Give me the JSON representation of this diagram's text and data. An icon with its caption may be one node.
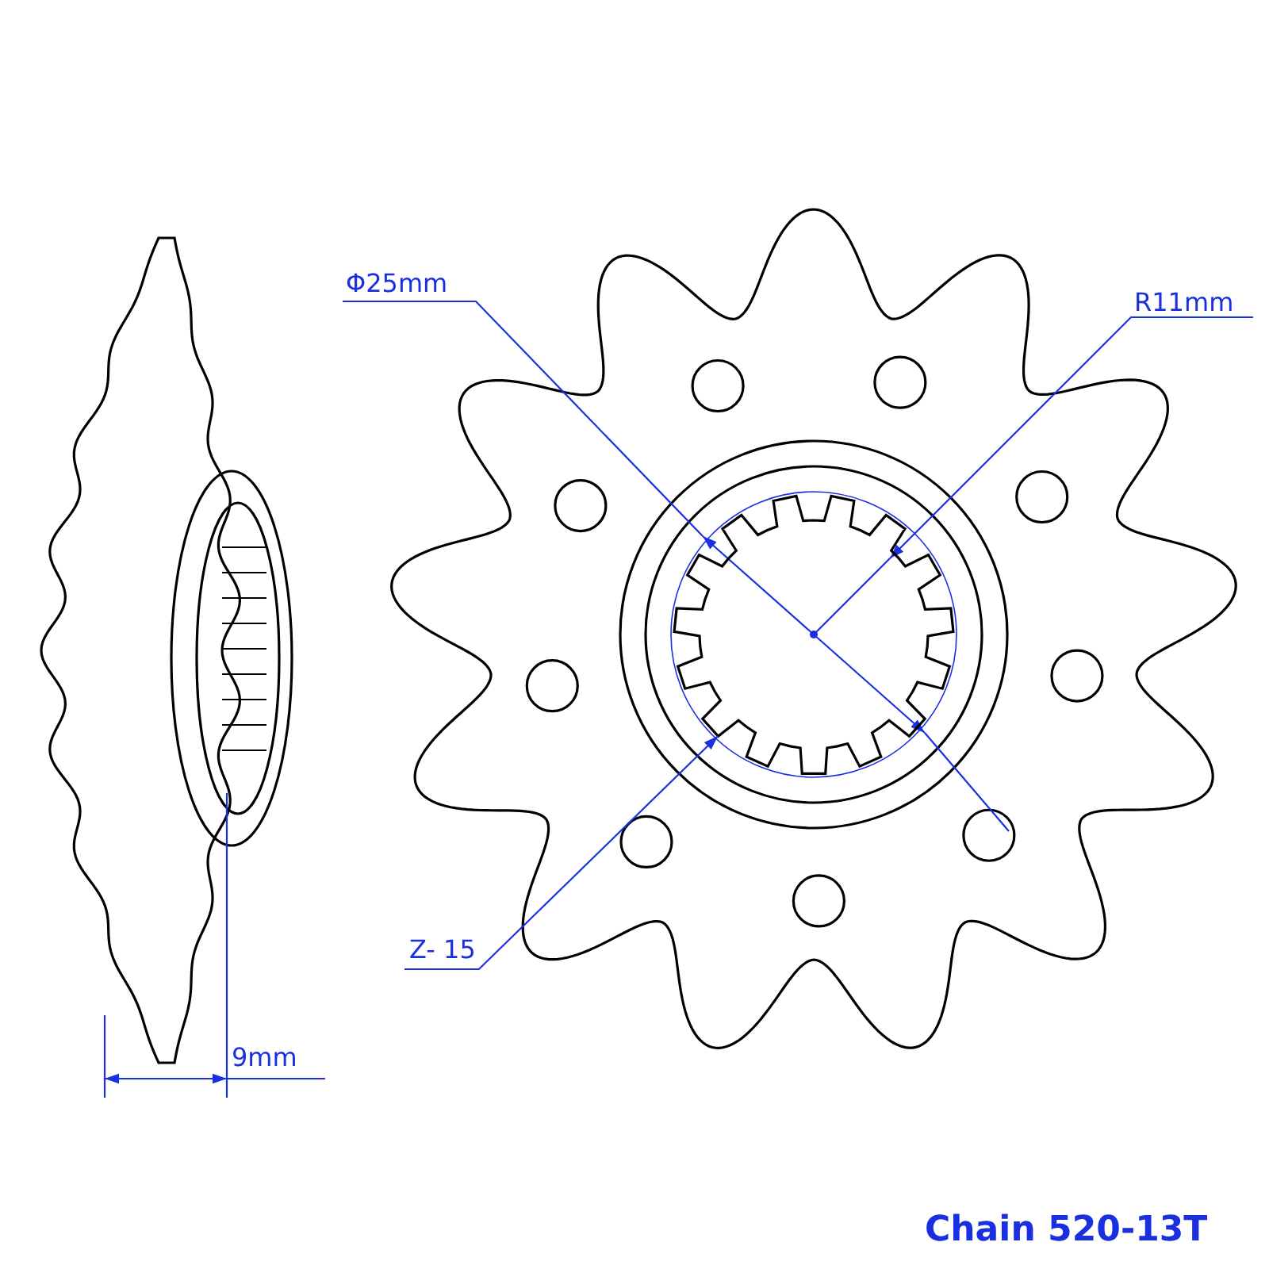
{
  "diagram": {
    "nodes": [
      {
        "text": [
          "Z- 15"
        ]
      },
      {
        "text": [],
        "shape": "picture"
      }
    ],
    "edges": [
      {
        "from": 0,
        "to": 1,
        "arrow": "to"
      }
    ],
    "labels": [
      "Φ25mm",
      "R11mm",
      "9mm",
      "Chain 520-13T"
    ]
  }
}
